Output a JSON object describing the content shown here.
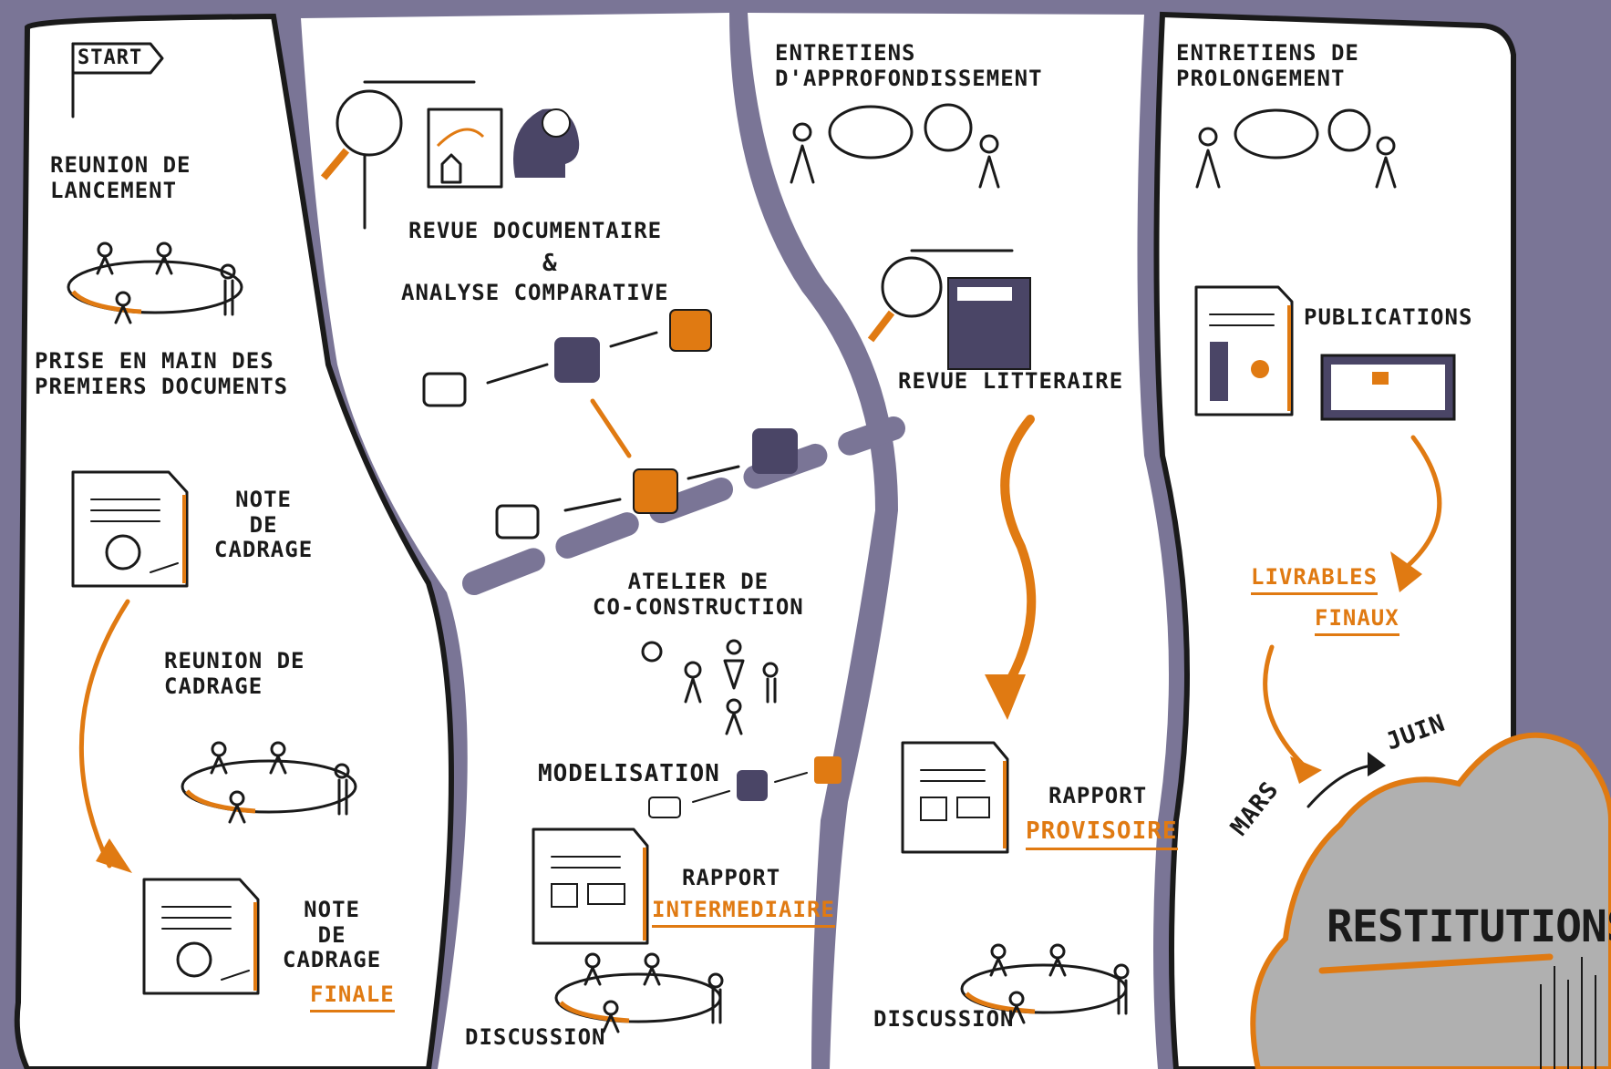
{
  "colors": {
    "background": "#7a7596",
    "panel": "#ffffff",
    "ink": "#1a1a1a",
    "accent": "#e07a12",
    "puzzle_dark": "#4a4566",
    "cloud": "#b0b0b0"
  },
  "start_flag": "START",
  "col1": {
    "reunion_lancement": "REUNION DE\nLANCEMENT",
    "prise_en_main": "PRISE EN MAIN  DES\nPREMIERS DOCUMENTS",
    "note_cadrage": "NOTE\nDE\nCADRAGE",
    "reunion_cadrage": "REUNION DE\nCADRAGE",
    "note_cadrage_finale_top": "NOTE\nDE\nCADRAGE",
    "note_cadrage_finale_word": "FINALE"
  },
  "col2": {
    "revue_documentaire": "REVUE DOCUMENTAIRE",
    "ampersand": "&",
    "analyse": "ANALYSE COMPARATIVE",
    "atelier": "ATELIER  DE\nCO-CONSTRUCTION",
    "modelisation": "MODELISATION",
    "rapport": "RAPPORT",
    "intermediaire": "INTERMEDIAIRE",
    "discussion": "DISCUSSION"
  },
  "col3": {
    "entretiens": "ENTRETIENS\n  D'APPROFONDISSEMENT",
    "revue_litteraire": "REVUE LITTERAIRE",
    "rapport": "RAPPORT",
    "provisoire": "PROVISOIRE",
    "discussion": "DISCUSSION"
  },
  "col4": {
    "entretiens": "ENTRETIENS DE\n  PROLONGEMENT",
    "publications": "PUBLICATIONS",
    "livrables": "LIVRABLES",
    "finaux": "FINAUX",
    "mars": "MARS",
    "juin": "JUIN",
    "restitutions": "RESTITUTIONS"
  }
}
